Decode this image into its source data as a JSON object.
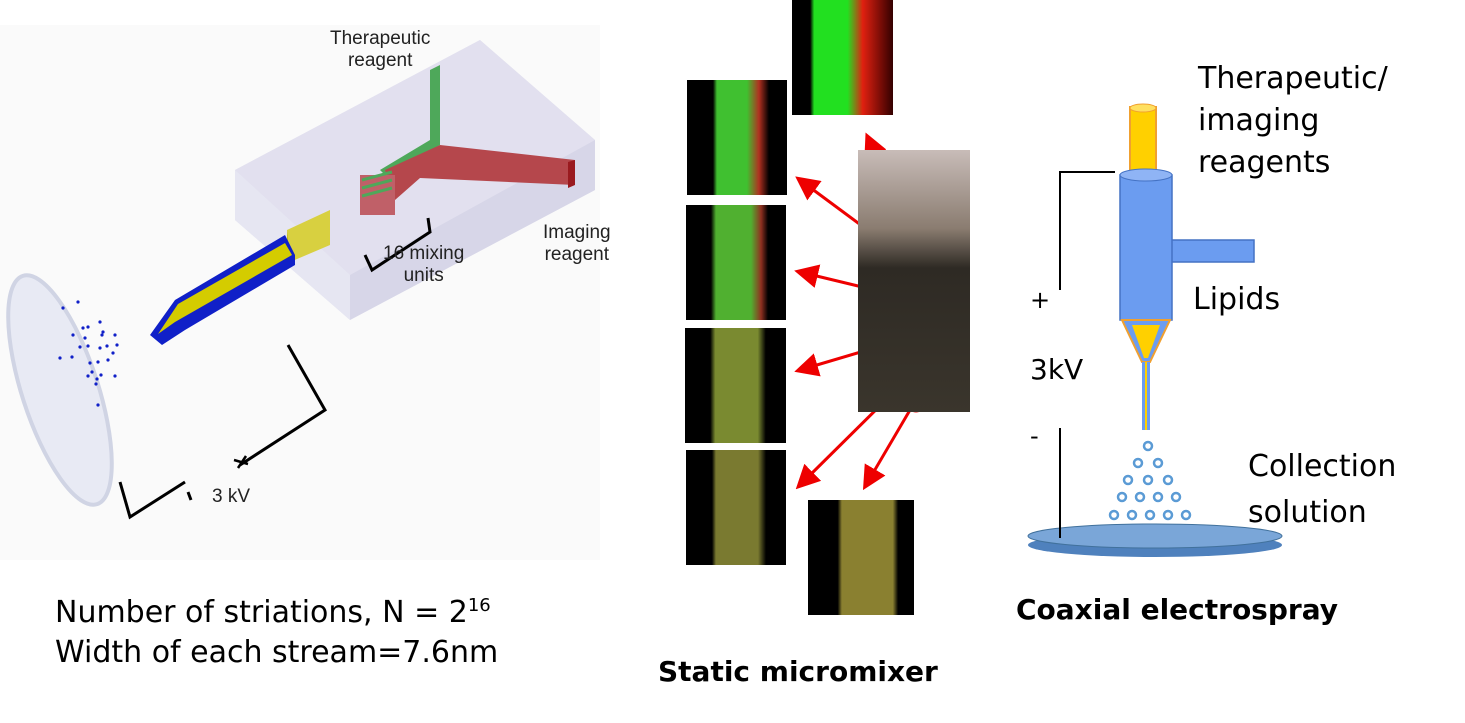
{
  "left_panel": {
    "label_therapeutic": "Therapeutic reagent",
    "label_therapeutic_l1": "Therapeutic",
    "label_therapeutic_l2": "reagent",
    "label_imaging_l1": "Imaging",
    "label_imaging_l2": "reagent",
    "label_mixing_l1": "16 mixing",
    "label_mixing_l2": "units",
    "label_voltage": "3 kV",
    "formula_text": "Number of striations, N = 2",
    "formula_exponent": "16",
    "width_text": "Width of each stream=7.6nm"
  },
  "middle_panel": {
    "caption": "Static micromixer"
  },
  "right_panel": {
    "label_reagents_l1": "Therapeutic/",
    "label_reagents_l2": "imaging",
    "label_reagents_l3": "reagents",
    "label_lipids": "Lipids",
    "label_plus": "+",
    "label_voltage": "3kV",
    "label_minus": "-",
    "label_collection_l1": "Collection",
    "label_collection_l2": "solution",
    "caption": "Coaxial electrospray"
  },
  "colors": {
    "green": "#4ea85a",
    "red": "#b5474c",
    "blue": "#1020c8",
    "yellow": "#d4cc00",
    "spray_blue": "#5b9bd5",
    "arrow_red": "#ee0000"
  }
}
